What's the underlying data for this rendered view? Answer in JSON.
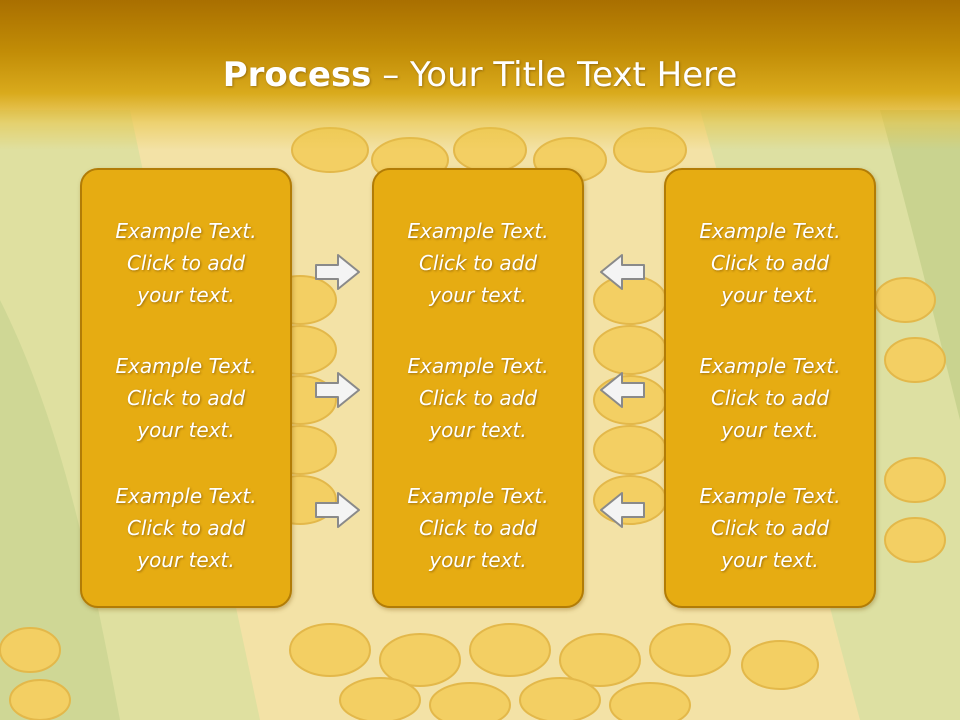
{
  "slide": {
    "title_bold": "Process",
    "title_rest": " – Your Title Text Here"
  },
  "columns": [
    {
      "items": [
        {
          "line1": "Example Text.",
          "line2": "Click  to add",
          "line3": "your text."
        },
        {
          "line1": "Example Text.",
          "line2": "Click  to add",
          "line3": "your text."
        },
        {
          "line1": "Example Text.",
          "line2": "Click  to add",
          "line3": "your text."
        }
      ]
    },
    {
      "items": [
        {
          "line1": "Example Text.",
          "line2": "Click  to add",
          "line3": "your text."
        },
        {
          "line1": "Example Text.",
          "line2": "Click  to add",
          "line3": "your text."
        },
        {
          "line1": "Example Text.",
          "line2": "Click  to add",
          "line3": "your text."
        }
      ]
    },
    {
      "items": [
        {
          "line1": "Example Text.",
          "line2": "Click  to add",
          "line3": "your text."
        },
        {
          "line1": "Example Text.",
          "line2": "Click  to add",
          "line3": "your text."
        },
        {
          "line1": "Example Text.",
          "line2": "Click  to add",
          "line3": "your text."
        }
      ]
    }
  ],
  "colors": {
    "box_fill": "#e6ac12",
    "box_border": "#b27c06",
    "title_band": "#b98200",
    "arrow_fill": "#f4f4f4",
    "arrow_stroke": "#8a8a8a"
  },
  "icons": {
    "left_arrows": "right-arrow-icon",
    "right_arrows": "left-arrow-icon"
  }
}
